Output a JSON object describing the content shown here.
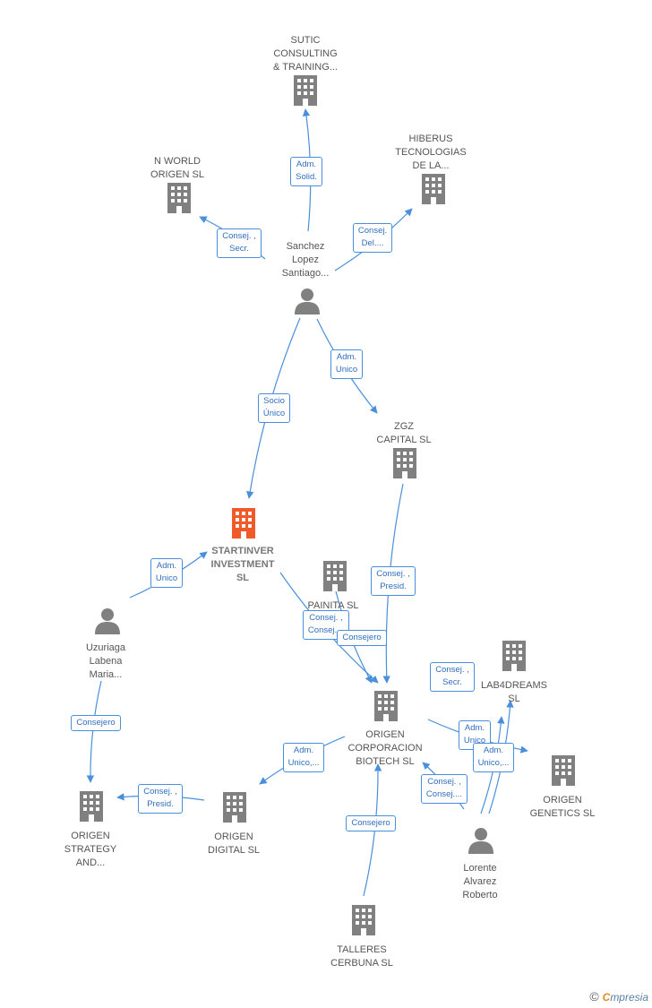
{
  "colors": {
    "company": "#808080",
    "center": "#f05a28",
    "person": "#808080",
    "edge": "#4a8fdb",
    "edge_text": "#2f6fbf"
  },
  "nodes": [
    {
      "id": "sutic",
      "kind": "company",
      "label": "SUTIC\nCONSULTING\n& TRAINING..."
    },
    {
      "id": "nworld",
      "kind": "company",
      "label": "N WORLD\nORIGEN  SL"
    },
    {
      "id": "hiberus",
      "kind": "company",
      "label": "HIBERUS\nTECNOLOGIAS\nDE LA..."
    },
    {
      "id": "sanchez",
      "kind": "person",
      "label": "Sanchez\nLopez\nSantiago..."
    },
    {
      "id": "zgz",
      "kind": "company",
      "label": "ZGZ\nCAPITAL  SL"
    },
    {
      "id": "startinver",
      "kind": "center",
      "label": "STARTINVER\nINVESTMENT\nSL"
    },
    {
      "id": "painita",
      "kind": "company",
      "label": "PAINITA  SL"
    },
    {
      "id": "uzuriaga",
      "kind": "person",
      "label": "Uzuriaga\nLabena\nMaria..."
    },
    {
      "id": "lab4dreams",
      "kind": "company",
      "label": "LAB4DREAMS\nSL"
    },
    {
      "id": "origenbio",
      "kind": "company",
      "label": "ORIGEN\nCORPORACION\nBIOTECH  SL"
    },
    {
      "id": "origengen",
      "kind": "company",
      "label": "ORIGEN\nGENETICS  SL"
    },
    {
      "id": "origenstrat",
      "kind": "company",
      "label": "ORIGEN\nSTRATEGY\nAND..."
    },
    {
      "id": "origendig",
      "kind": "company",
      "label": "ORIGEN\nDIGITAL  SL"
    },
    {
      "id": "lorente",
      "kind": "person",
      "label": "Lorente\nAlvarez\nRoberto"
    },
    {
      "id": "talleres",
      "kind": "company",
      "label": "TALLERES\nCERBUNA  SL"
    }
  ],
  "edges": [
    {
      "from": "sanchez",
      "to": "sutic",
      "label": "Adm.\nSolid."
    },
    {
      "from": "sanchez",
      "to": "nworld",
      "label": "Consej. ,\nSecr."
    },
    {
      "from": "sanchez",
      "to": "hiberus",
      "label": "Consej.\nDel...."
    },
    {
      "from": "sanchez",
      "to": "startinver",
      "label": "Socio\nÚnico"
    },
    {
      "from": "sanchez",
      "to": "zgz",
      "label": "Adm.\nUnico"
    },
    {
      "from": "uzuriaga",
      "to": "startinver",
      "label": "Adm.\nUnico"
    },
    {
      "from": "zgz",
      "to": "origenbio",
      "label": "Consej. ,\nPresid."
    },
    {
      "from": "painita",
      "to": "origenbio",
      "label": "Consej. ,\nConsej...."
    },
    {
      "from": "startinver",
      "to": "origenbio",
      "label": "Consejero"
    },
    {
      "from": "lorente",
      "to": "lab4dreams",
      "label": "Consej. ,\nSecr."
    },
    {
      "from": "lorente",
      "to": "origengen",
      "label": "Adm.\nUnico"
    },
    {
      "from": "lorente",
      "to": "origengen",
      "label": "Adm.\nUnico,..."
    },
    {
      "from": "lorente",
      "to": "origenbio",
      "label": "Consej. ,\nConsej...."
    },
    {
      "from": "origenbio",
      "to": "origendig",
      "label": "Adm.\nUnico,..."
    },
    {
      "from": "origendig",
      "to": "origenstrat",
      "label": "Consej. ,\nPresid."
    },
    {
      "from": "uzuriaga",
      "to": "origenstrat",
      "label": "Consejero"
    },
    {
      "from": "talleres",
      "to": "origenbio",
      "label": "Consejero"
    }
  ],
  "footer": {
    "copyright": "©",
    "brand_initial": "C",
    "brand_rest": "mpresia"
  }
}
